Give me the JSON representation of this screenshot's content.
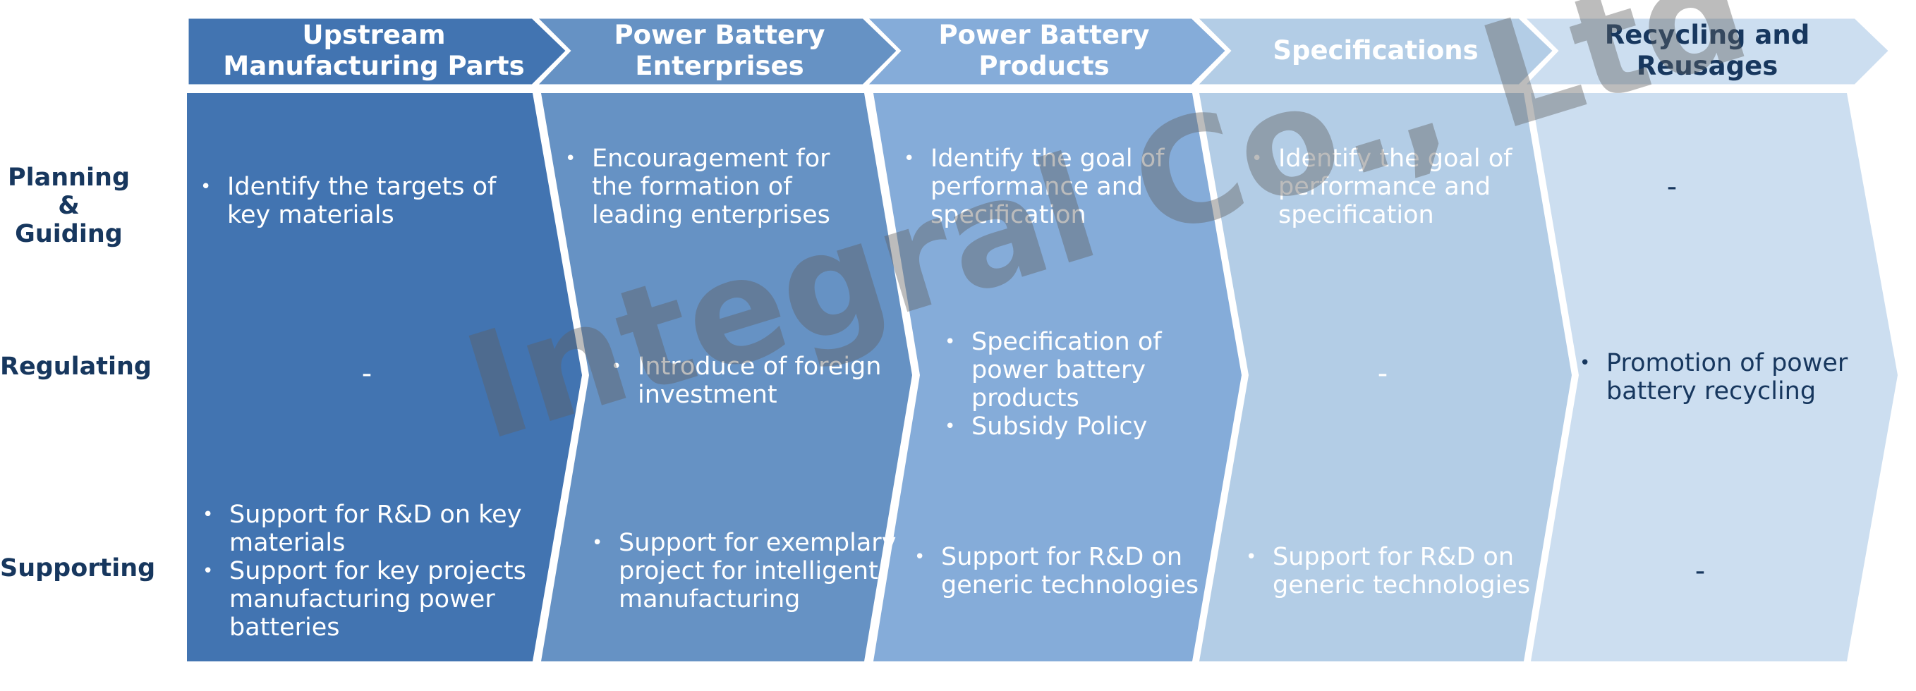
{
  "colors": {
    "col1": "#4274b1",
    "col2": "#6692c4",
    "col3": "#85acd9",
    "col4": "#b3cde6",
    "col5": "#ccdef0",
    "label_text": "#17375e",
    "watermark": "#7f7f7f"
  },
  "row_labels": {
    "planning": [
      "Planning",
      "&",
      "Guiding"
    ],
    "regulating": "Regulating",
    "supporting": "Supporting"
  },
  "columns": [
    {
      "header": "Upstream Manufacturing Parts",
      "planning": [
        "Identify the targets of key materials"
      ],
      "regulating": "-",
      "supporting": [
        "Support for R&D on key materials",
        "Support for key projects manufacturing power batteries"
      ]
    },
    {
      "header": "Power Battery Enterprises",
      "planning": [
        "Encouragement for the formation of leading enterprises"
      ],
      "regulating": [
        "Introduce of foreign investment"
      ],
      "supporting": [
        "Support for exemplary project for intelligent manufacturing"
      ]
    },
    {
      "header": "Power Battery Products",
      "planning": [
        "Identify the goal of performance and specification"
      ],
      "regulating": [
        "Specification of power battery products",
        "Subsidy Policy"
      ],
      "supporting": [
        "Support for R&D on generic technologies"
      ]
    },
    {
      "header": "Specifications",
      "planning": [
        "Identify the goal of performance and specification"
      ],
      "regulating": "-",
      "supporting": [
        "Support for R&D on generic technologies"
      ]
    },
    {
      "header": "Recycling and Reusages",
      "planning": "-",
      "regulating": [
        "Promotion of power battery recycling"
      ],
      "supporting": "-"
    }
  ],
  "watermark": "Integral Co., Ltd"
}
